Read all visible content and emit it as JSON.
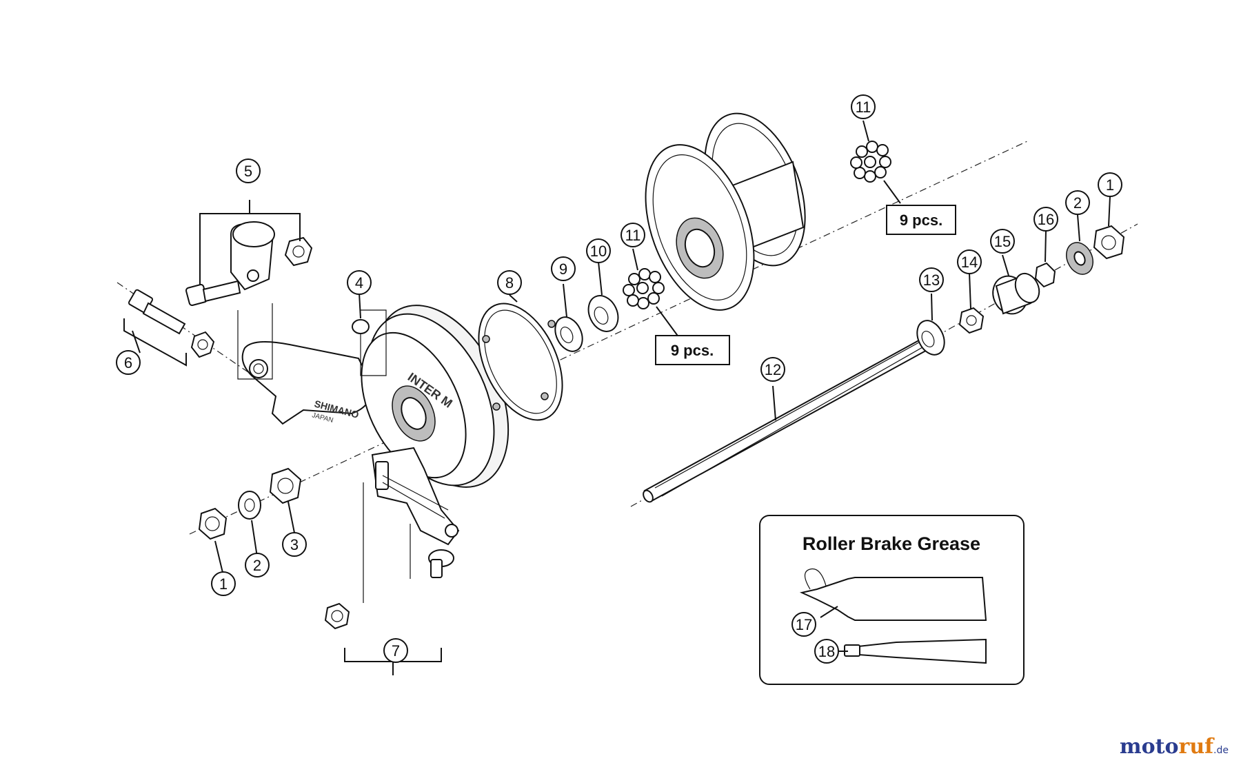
{
  "callouts": [
    {
      "id": "c1-left",
      "num": "1"
    },
    {
      "id": "c2-left",
      "num": "2"
    },
    {
      "id": "c3",
      "num": "3"
    },
    {
      "id": "c4",
      "num": "4"
    },
    {
      "id": "c5",
      "num": "5"
    },
    {
      "id": "c6",
      "num": "6"
    },
    {
      "id": "c7",
      "num": "7"
    },
    {
      "id": "c8",
      "num": "8"
    },
    {
      "id": "c9",
      "num": "9"
    },
    {
      "id": "c10",
      "num": "10"
    },
    {
      "id": "c11-lower",
      "num": "11"
    },
    {
      "id": "c11-upper",
      "num": "11"
    },
    {
      "id": "c12",
      "num": "12"
    },
    {
      "id": "c13",
      "num": "13"
    },
    {
      "id": "c14",
      "num": "14"
    },
    {
      "id": "c15",
      "num": "15"
    },
    {
      "id": "c16",
      "num": "16"
    },
    {
      "id": "c2-right",
      "num": "2"
    },
    {
      "id": "c1-right",
      "num": "1"
    },
    {
      "id": "c17",
      "num": "17"
    },
    {
      "id": "c18",
      "num": "18"
    }
  ],
  "quantity_labels": {
    "upper": "9 pcs.",
    "lower": "9 pcs."
  },
  "grease_box": {
    "title": "Roller Brake Grease"
  },
  "imprints": {
    "brand": "SHIMANO",
    "origin": "JAPAN",
    "model": "INTER M"
  },
  "watermark": {
    "part1": "moto",
    "part2": "ruf",
    "suffix": ".de"
  }
}
